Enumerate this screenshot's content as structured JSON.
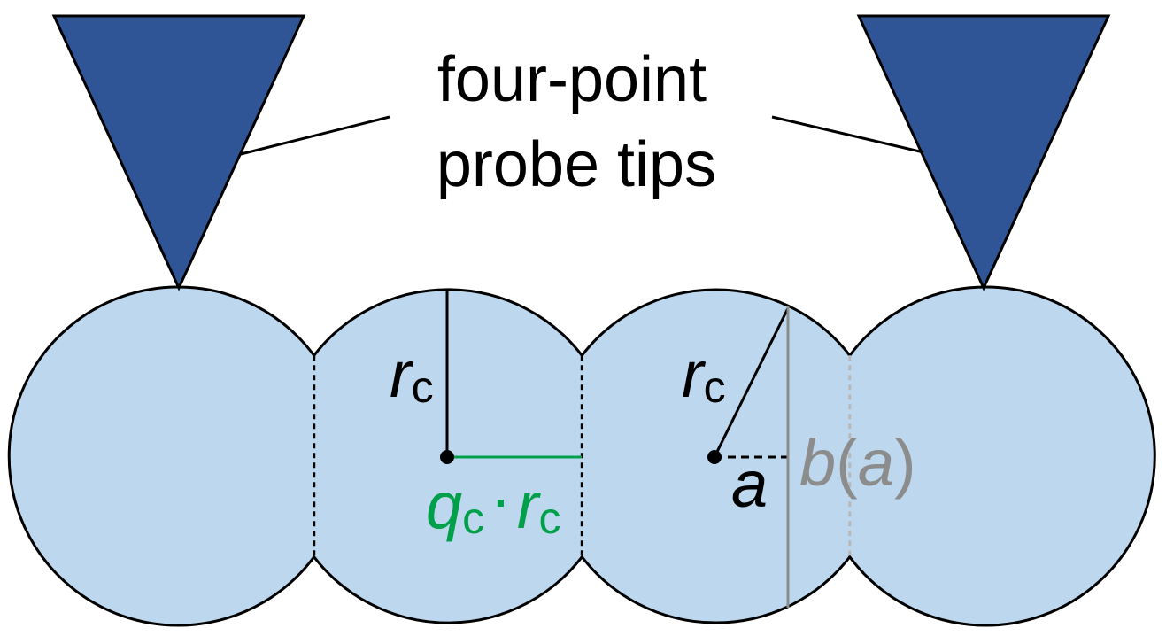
{
  "label": {
    "line1": "four-point",
    "line2": "probe tips"
  },
  "symbols": {
    "r": "r",
    "c": "c",
    "q": "q",
    "dot": "·",
    "a": "a",
    "b": "b",
    "lparen": "(",
    "rparen": ")"
  },
  "colors": {
    "sphere_fill": "#bdd7ee",
    "tip_fill": "#2f5597",
    "outline": "#000000",
    "green": "#00a04a",
    "gray": "#8c8c8c",
    "background": "#ffffff"
  }
}
